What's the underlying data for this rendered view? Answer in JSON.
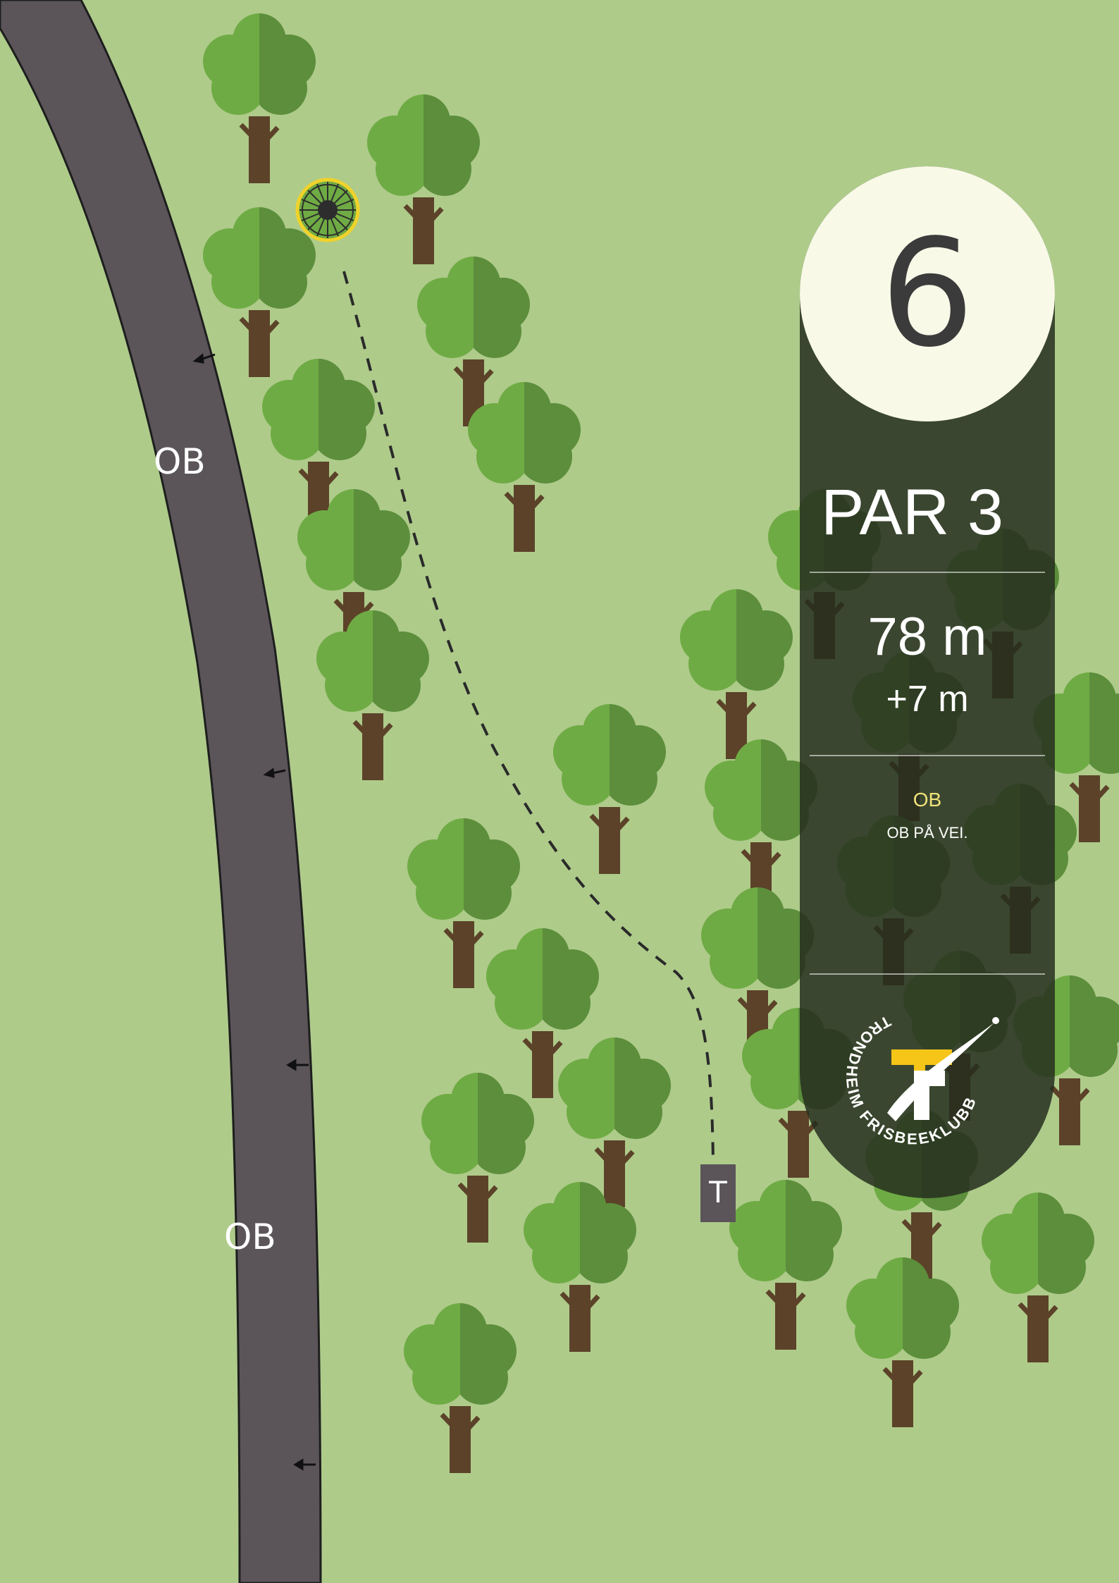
{
  "map": {
    "ob_labels": [
      "OB",
      "OB"
    ],
    "tee_label": "T"
  },
  "panel": {
    "hole_number": "6",
    "par": "PAR 3",
    "distance": "78 m",
    "elevation": "+7 m",
    "ob_heading": "OB",
    "ob_rule": "OB PÅ VEI."
  },
  "logo": {
    "club_text": "TRONDHEIM FRISBEEKLUBB"
  },
  "colors": {
    "grass": "#aecb8a",
    "road": "#5b5559",
    "tree_light": "#6fab44",
    "tree_dark": "#5c8e3c",
    "trunk": "#5c4229",
    "panel": "#242c1e",
    "basket_ring": "#f0d22a",
    "ob_text_accent": "#f0e27a",
    "logo_yellow": "#f5c518"
  },
  "icons": [
    "basket-icon",
    "tree-icon",
    "tee-pad-icon",
    "ob-direction-arrow-icon",
    "club-logo-icon"
  ]
}
